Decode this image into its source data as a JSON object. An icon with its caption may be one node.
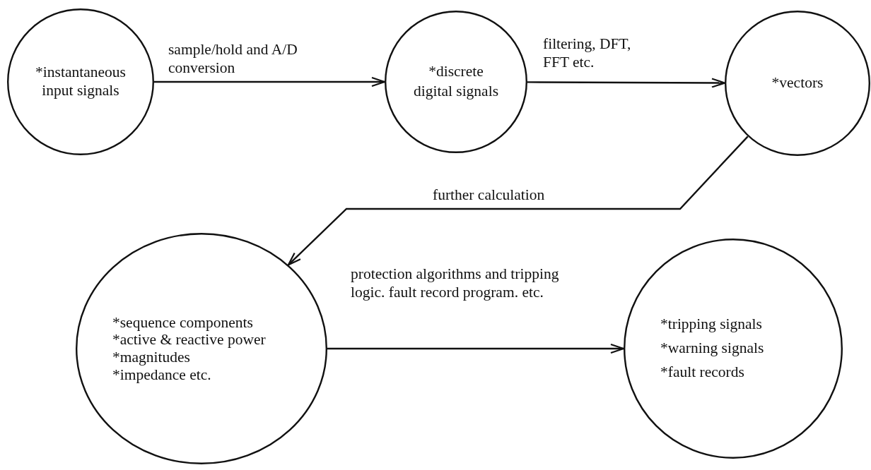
{
  "diagram": {
    "nodes": [
      {
        "text": [
          "*instantaneous input signals"
        ]
      },
      {
        "text": [
          "*discrete digital signals"
        ]
      },
      {
        "text": [
          "*vectors"
        ]
      },
      {
        "text": [
          "*sequence components",
          "*active & reactive power",
          "*magnitudes",
          "*impedance etc."
        ]
      },
      {
        "text": [
          "*tripping signals",
          "*warning signals",
          "*fault records"
        ]
      }
    ],
    "edges": [
      {
        "from": 0,
        "to": 1,
        "arrow": "to",
        "label": "sample/hold and A/D conversion"
      },
      {
        "from": 1,
        "to": 2,
        "arrow": "to",
        "label": "filtering, DFT, FFT etc."
      },
      {
        "from": 2,
        "to": 3,
        "arrow": "to",
        "label": "further calculation"
      },
      {
        "from": 3,
        "to": 4,
        "arrow": "to",
        "label": "protection algorithms and tripping logic. fault record program. etc."
      }
    ]
  }
}
